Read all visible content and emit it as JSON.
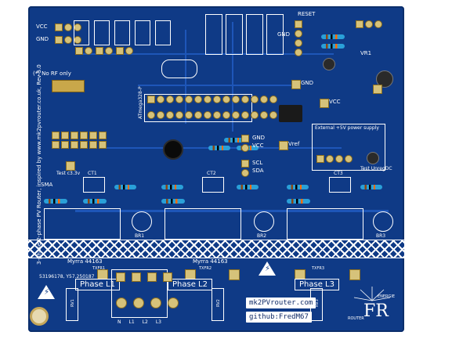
{
  "board": {
    "header_pins": {
      "vcc": "VCC",
      "gnd": "GND"
    },
    "no_rf_note": "(*) No RF only",
    "reset": "RESET",
    "gnd_label": "GND",
    "vcc_label": "VCC",
    "vref_label": "Vref",
    "scl": "SCL",
    "sda": "SDA",
    "external_supply": "External +5V power supply",
    "test_label": "Test c3.3v",
    "test_unreg": "Test UnregDC",
    "sma": "SMA",
    "side_text": "3-phase/2-phase PV Router, inspired by www.mk2pvrouter.co.uk, Rev 5.0",
    "myrra_1": "Myrra 44163",
    "myrra_2": "Myrra 44163",
    "txfr1": "TXFR1",
    "txfr2": "TXFR2",
    "txfr3": "TXFR3",
    "coords": "53196178, Y57.250187",
    "phase_l1": "Phase L1",
    "phase_l2": "Phase L2",
    "phase_l3": "Phase L3",
    "website": "mk2PVrouter.com",
    "github": "github:FredM67",
    "terminals": [
      "N",
      "L1",
      "L2",
      "L3"
    ],
    "brand_energie": "ÉNERGIE",
    "brand_router": "ROUTER",
    "chip_label": "ATmega328-P",
    "regulator": "VR1",
    "rv_labels": [
      "RV1",
      "RV2",
      "RV3"
    ],
    "br_labels": [
      "BR1",
      "BR2",
      "BR3"
    ],
    "ct_labels": [
      "CT1",
      "CT2",
      "CT3"
    ]
  }
}
